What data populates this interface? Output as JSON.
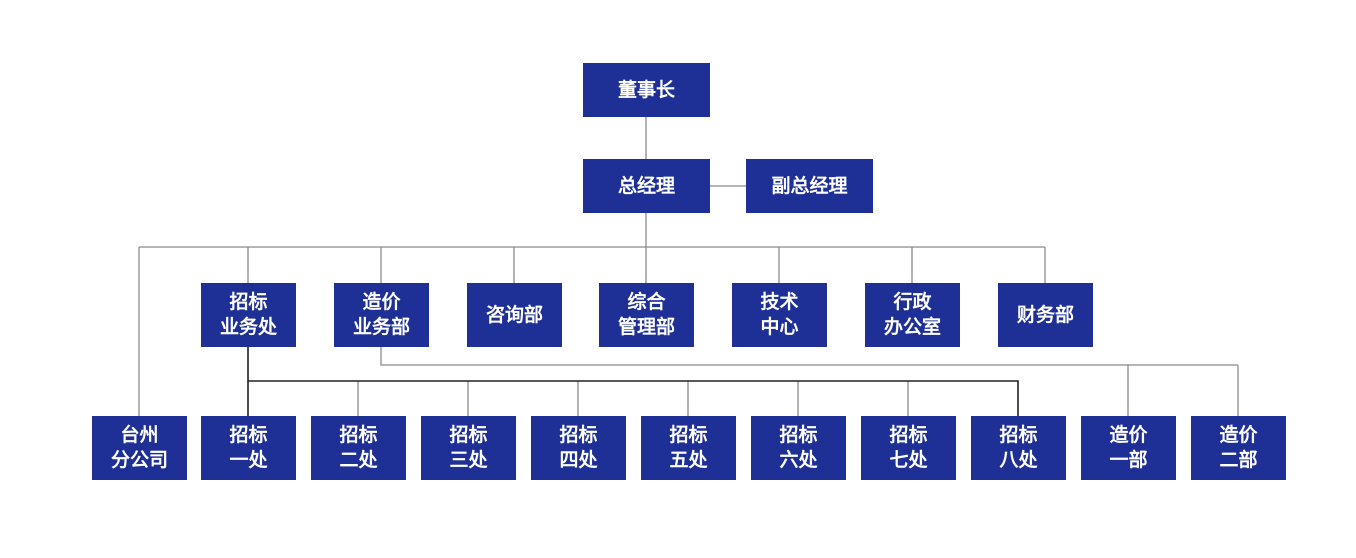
{
  "org_chart": {
    "chairman": "董事长",
    "general_manager": "总经理",
    "deputy_general_manager": "副总经理",
    "departments": [
      "招标\n业务处",
      "造价\n业务部",
      "咨询部",
      "综合\n管理部",
      "技术\n中心",
      "行政\n办公室",
      "财务部"
    ],
    "branch": "台州\n分公司",
    "bidding_sections": [
      "招标\n一处",
      "招标\n二处",
      "招标\n三处",
      "招标\n四处",
      "招标\n五处",
      "招标\n六处",
      "招标\n七处",
      "招标\n八处"
    ],
    "cost_units": [
      "造价\n一部",
      "造价\n二部"
    ]
  },
  "colors": {
    "box": "#1e2f96",
    "text": "#ffffff",
    "line": "#8a8a8a",
    "bidding_line": "#222222"
  }
}
